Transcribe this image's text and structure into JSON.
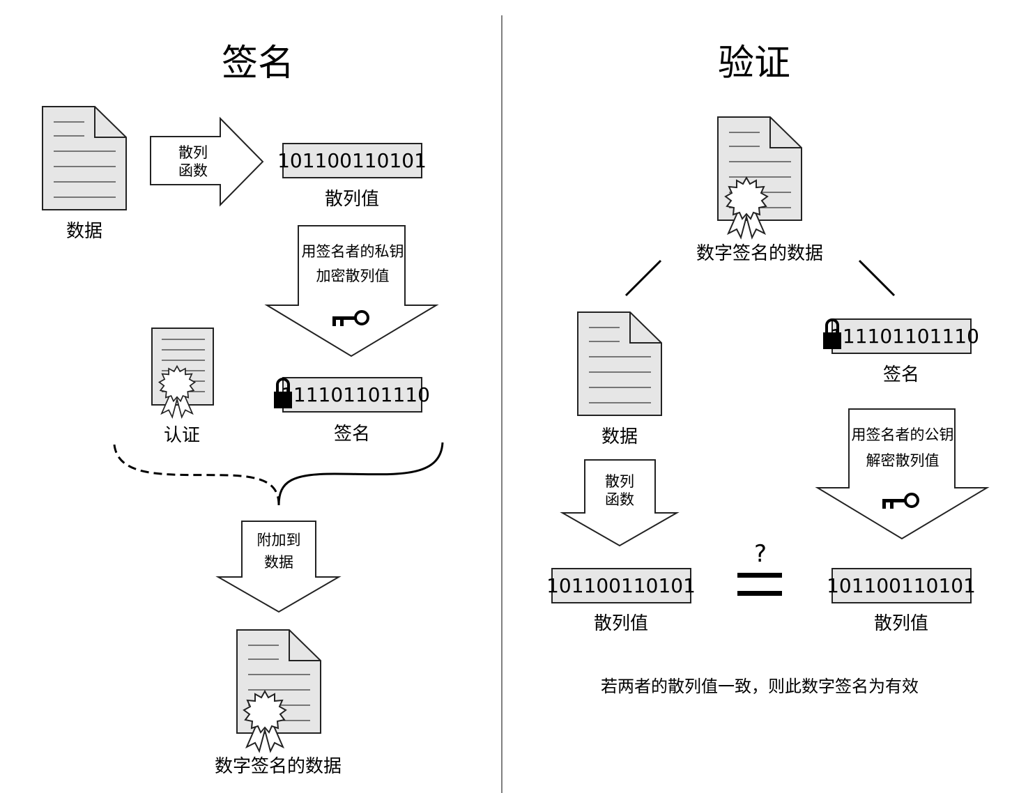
{
  "sign": {
    "title": "签名",
    "data_label": "数据",
    "hash_fn": [
      "散列",
      "函数"
    ],
    "hash_value": "101100110101",
    "hash_label": "散列值",
    "encrypt_text": [
      "用签名者的私钥",
      "加密散列值"
    ],
    "cert_label": "认证",
    "signature_value": "111101101110",
    "signature_label": "签名",
    "attach_text": [
      "附加到",
      "数据"
    ],
    "result_label": "数字签名的数据"
  },
  "verify": {
    "title": "验证",
    "signed_label": "数字签名的数据",
    "data_label": "数据",
    "signature_value": "111101101110",
    "signature_label": "签名",
    "hash_fn": [
      "散列",
      "函数"
    ],
    "decrypt_text": [
      "用签名者的公钥",
      "解密散列值"
    ],
    "hash_value_left": "101100110101",
    "hash_value_right": "101100110101",
    "hash_label": "散列值",
    "question_mark": "?",
    "conclusion": "若两者的散列值一致，则此数字签名为有效"
  },
  "icons": [
    "document-icon",
    "key-icon",
    "lock-icon",
    "seal-icon",
    "equals-icon"
  ]
}
